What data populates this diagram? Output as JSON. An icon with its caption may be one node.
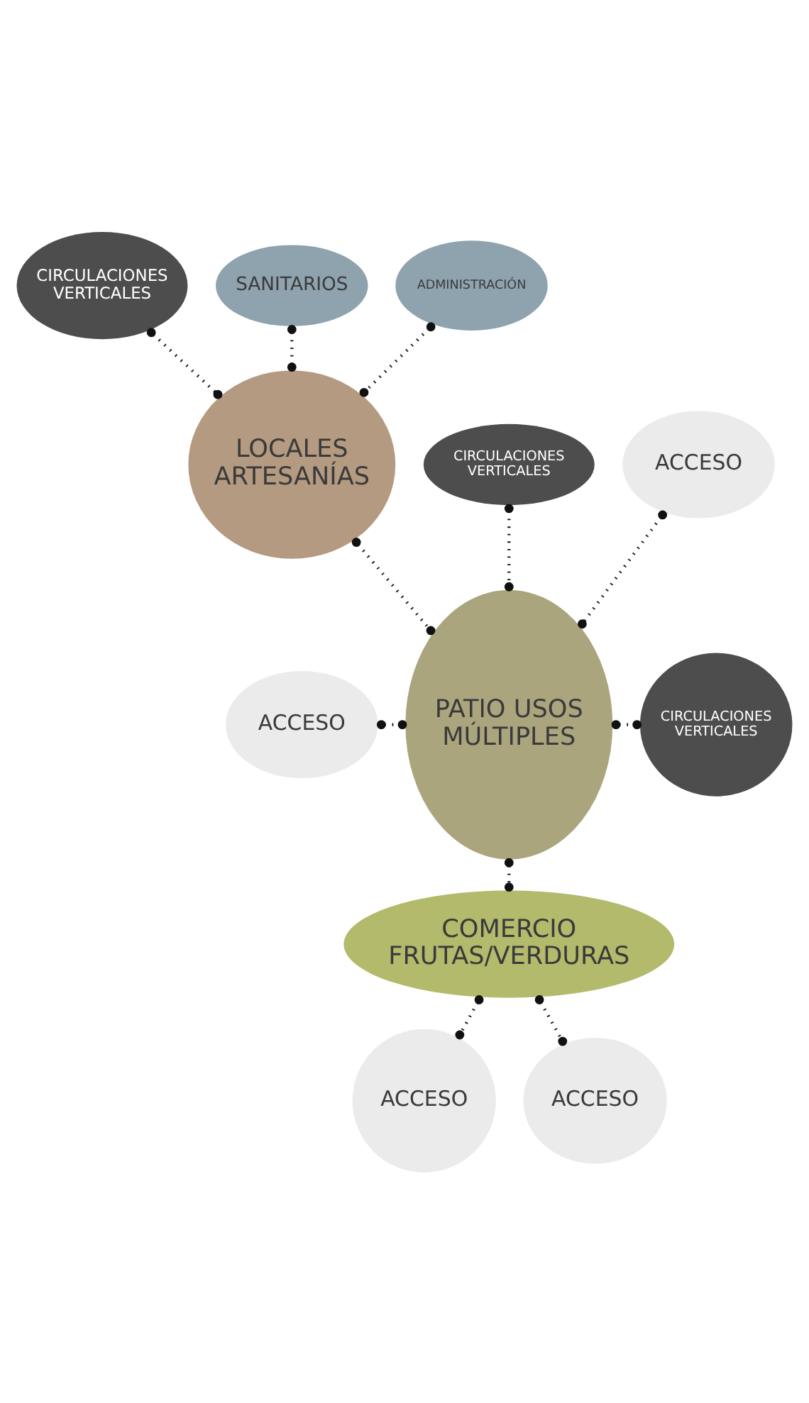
{
  "diagram": {
    "nodes": [
      {
        "text": [
          "CIRCULACIONES VERTICALES"
        ]
      },
      {
        "text": [
          "SANITARIOS"
        ]
      },
      {
        "text": [
          "ADMINISTRACIÓN"
        ]
      },
      {
        "text": [
          "LOCALES ARTESANÍAS"
        ]
      },
      {
        "text": [
          "CIRCULACIONES VERTICALES"
        ]
      },
      {
        "text": [
          "PATIO USOS MÚLTIPLES"
        ]
      },
      {
        "text": [
          "ACCESO"
        ]
      },
      {
        "text": [
          "CIRCULACIONES VERTICALES"
        ]
      },
      {
        "text": [
          "ACCESO"
        ]
      },
      {
        "text": [
          "COMERCIO FRUTAS/VERDURAS"
        ]
      },
      {
        "text": [
          "ACCESO"
        ]
      },
      {
        "text": [
          "ACCESO"
        ]
      }
    ],
    "edges": [
      {
        "from": 0,
        "to": 3,
        "arrow": "other",
        "style": "dashed"
      },
      {
        "from": 1,
        "to": 3,
        "arrow": "other",
        "style": "dashed"
      },
      {
        "from": 2,
        "to": 3,
        "arrow": "other",
        "style": "dashed"
      },
      {
        "from": 3,
        "to": 5,
        "arrow": "other",
        "style": "dashed"
      },
      {
        "from": 4,
        "to": 5,
        "arrow": "other",
        "style": "dashed"
      },
      {
        "from": 6,
        "to": 5,
        "arrow": "other",
        "style": "dashed"
      },
      {
        "from": 5,
        "to": 7,
        "arrow": "other",
        "style": "dashed"
      },
      {
        "from": 8,
        "to": 5,
        "arrow": "other",
        "style": "dashed"
      },
      {
        "from": 5,
        "to": 9,
        "arrow": "other",
        "style": "dashed"
      },
      {
        "from": 9,
        "to": 10,
        "arrow": "other",
        "style": "dashed"
      },
      {
        "from": 9,
        "to": 11,
        "arrow": "other",
        "style": "dashed"
      }
    ]
  }
}
